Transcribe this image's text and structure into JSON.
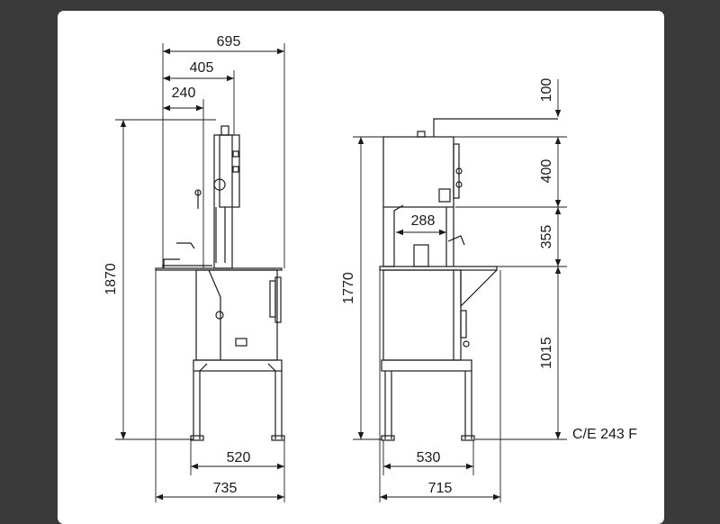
{
  "left_view": {
    "dims": {
      "top_overall": "695",
      "top_mid": "405",
      "top_small": "240",
      "height": "1870",
      "base_inner": "520",
      "base_outer": "735"
    }
  },
  "right_view": {
    "dims": {
      "throat": "288",
      "height": "1770",
      "base_inner": "530",
      "base_outer": "715",
      "seg_top": "100",
      "seg_head": "400",
      "seg_cut": "355",
      "seg_table": "1015"
    },
    "model_label": "C/E 243 F"
  }
}
